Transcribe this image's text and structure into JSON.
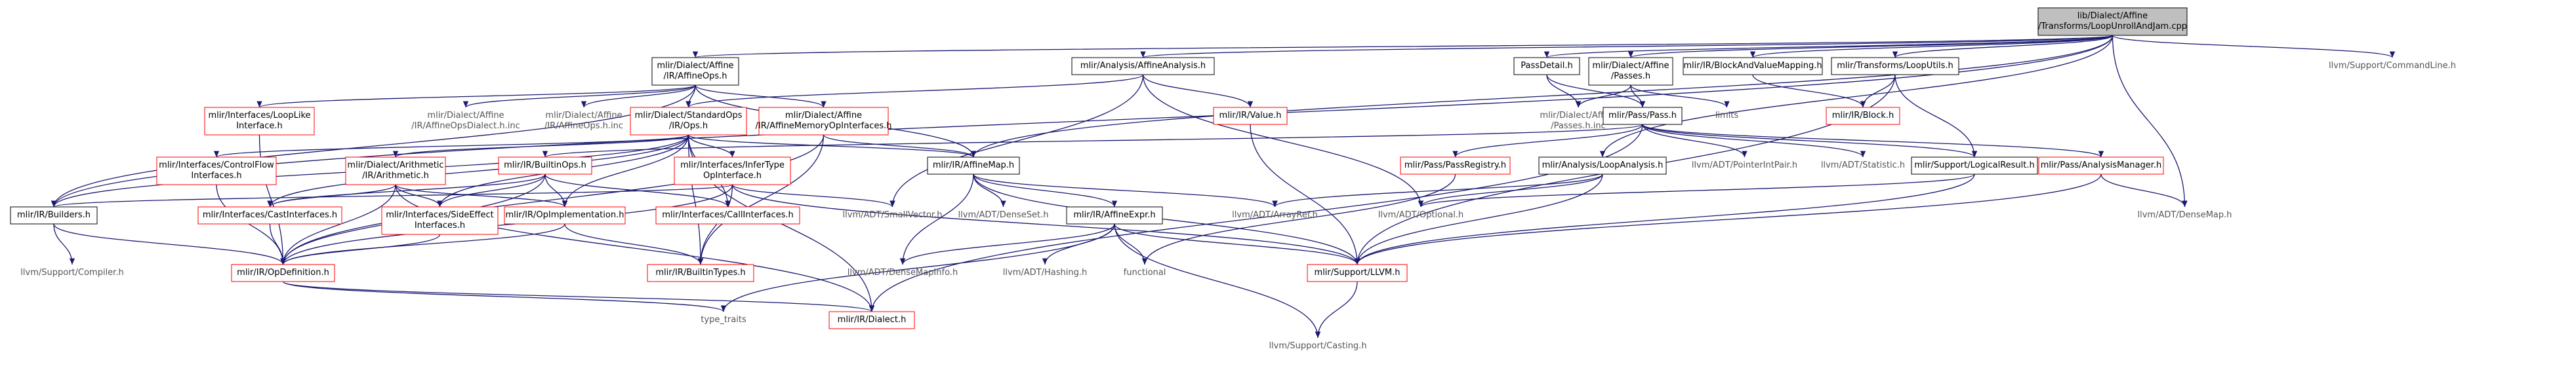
{
  "colors": {
    "edge": "#191970",
    "root_fill": "#bfbfbf",
    "root_stroke": "#000000",
    "box_fill": "#ffffff",
    "box_stroke": "#000000",
    "missing_stroke": "#ff0000",
    "plain_text": "#555555"
  },
  "nodes": [
    {
      "id": "root",
      "lines": [
        "lib/Dialect/Affine",
        "/Transforms/LoopUnrollAndJam.cpp"
      ],
      "style": "root"
    },
    {
      "id": "affineops",
      "lines": [
        "mlir/Dialect/Affine",
        "/IR/AffineOps.h"
      ],
      "style": "box"
    },
    {
      "id": "affineanalysis",
      "lines": [
        "mlir/Analysis/AffineAnalysis.h"
      ],
      "style": "box"
    },
    {
      "id": "passdetail",
      "lines": [
        "PassDetail.h"
      ],
      "style": "box"
    },
    {
      "id": "affinepasses",
      "lines": [
        "mlir/Dialect/Affine",
        "/Passes.h"
      ],
      "style": "box"
    },
    {
      "id": "blockandvaluemapping",
      "lines": [
        "mlir/IR/BlockAndValueMapping.h"
      ],
      "style": "box"
    },
    {
      "id": "looputils",
      "lines": [
        "mlir/Transforms/LoopUtils.h"
      ],
      "style": "box"
    },
    {
      "id": "commandline",
      "lines": [
        "llvm/Support/CommandLine.h"
      ],
      "style": "plain"
    },
    {
      "id": "looplikeinterface",
      "lines": [
        "mlir/Interfaces/LoopLike",
        "Interface.h"
      ],
      "style": "missing"
    },
    {
      "id": "affineopsdialect",
      "lines": [
        "mlir/Dialect/Affine",
        "/IR/AffineOpsDialect.h.inc"
      ],
      "style": "plain"
    },
    {
      "id": "affineopsinc",
      "lines": [
        "mlir/Dialect/Affine",
        "/IR/AffineOps.h.inc"
      ],
      "style": "plain"
    },
    {
      "id": "standardops",
      "lines": [
        "mlir/Dialect/StandardOps",
        "/IR/Ops.h"
      ],
      "style": "missing"
    },
    {
      "id": "affinememoryop",
      "lines": [
        "mlir/Dialect/Affine",
        "/IR/AffineMemoryOpInterfaces.h"
      ],
      "style": "missing"
    },
    {
      "id": "irvalue",
      "lines": [
        "mlir/IR/Value.h"
      ],
      "style": "missing"
    },
    {
      "id": "passespassesinc",
      "lines": [
        "mlir/Dialect/Affine",
        "/Passes.h.inc"
      ],
      "style": "plain"
    },
    {
      "id": "passpass",
      "lines": [
        "mlir/Pass/Pass.h"
      ],
      "style": "box"
    },
    {
      "id": "limits",
      "lines": [
        "limits"
      ],
      "style": "plain"
    },
    {
      "id": "irblock",
      "lines": [
        "mlir/IR/Block.h"
      ],
      "style": "missing"
    },
    {
      "id": "controlflow",
      "lines": [
        "mlir/Interfaces/ControlFlow",
        "Interfaces.h"
      ],
      "style": "missing"
    },
    {
      "id": "arithmetic",
      "lines": [
        "mlir/Dialect/Arithmetic",
        "/IR/Arithmetic.h"
      ],
      "style": "missing"
    },
    {
      "id": "builtinops",
      "lines": [
        "mlir/IR/BuiltinOps.h"
      ],
      "style": "missing"
    },
    {
      "id": "infertype",
      "lines": [
        "mlir/Interfaces/InferType",
        "OpInterface.h"
      ],
      "style": "missing"
    },
    {
      "id": "affinemap",
      "lines": [
        "mlir/IR/AffineMap.h"
      ],
      "style": "box"
    },
    {
      "id": "passregistry",
      "lines": [
        "mlir/Pass/PassRegistry.h"
      ],
      "style": "missing"
    },
    {
      "id": "loopanalysis",
      "lines": [
        "mlir/Analysis/LoopAnalysis.h"
      ],
      "style": "box"
    },
    {
      "id": "pointerintpair",
      "lines": [
        "llvm/ADT/PointerIntPair.h"
      ],
      "style": "plain"
    },
    {
      "id": "statistic",
      "lines": [
        "llvm/ADT/Statistic.h"
      ],
      "style": "plain"
    },
    {
      "id": "logicalresult",
      "lines": [
        "mlir/Support/LogicalResult.h"
      ],
      "style": "box"
    },
    {
      "id": "analysismanager",
      "lines": [
        "mlir/Pass/AnalysisManager.h"
      ],
      "style": "missing"
    },
    {
      "id": "builders",
      "lines": [
        "mlir/IR/Builders.h"
      ],
      "style": "box"
    },
    {
      "id": "castinterfaces",
      "lines": [
        "mlir/Interfaces/CastInterfaces.h"
      ],
      "style": "missing"
    },
    {
      "id": "sideeffect",
      "lines": [
        "mlir/Interfaces/SideEffect",
        "Interfaces.h"
      ],
      "style": "missing"
    },
    {
      "id": "opimplementation",
      "lines": [
        "mlir/IR/OpImplementation.h"
      ],
      "style": "missing"
    },
    {
      "id": "callinterfaces",
      "lines": [
        "mlir/Interfaces/CallInterfaces.h"
      ],
      "style": "missing"
    },
    {
      "id": "smallvector",
      "lines": [
        "llvm/ADT/SmallVector.h"
      ],
      "style": "plain"
    },
    {
      "id": "densesetadt",
      "lines": [
        "llvm/ADT/DenseSet.h"
      ],
      "style": "plain"
    },
    {
      "id": "affineexpr",
      "lines": [
        "mlir/IR/AffineExpr.h"
      ],
      "style": "box"
    },
    {
      "id": "arrayref",
      "lines": [
        "llvm/ADT/ArrayRef.h"
      ],
      "style": "plain"
    },
    {
      "id": "optional",
      "lines": [
        "llvm/ADT/Optional.h"
      ],
      "style": "plain"
    },
    {
      "id": "densemap",
      "lines": [
        "llvm/ADT/DenseMap.h"
      ],
      "style": "plain"
    },
    {
      "id": "compiler",
      "lines": [
        "llvm/Support/Compiler.h"
      ],
      "style": "plain"
    },
    {
      "id": "opdefinition",
      "lines": [
        "mlir/IR/OpDefinition.h"
      ],
      "style": "missing"
    },
    {
      "id": "builtintypes",
      "lines": [
        "mlir/IR/BuiltinTypes.h"
      ],
      "style": "missing"
    },
    {
      "id": "densemapinfo",
      "lines": [
        "llvm/ADT/DenseMapInfo.h"
      ],
      "style": "plain"
    },
    {
      "id": "hashing",
      "lines": [
        "llvm/ADT/Hashing.h"
      ],
      "style": "plain"
    },
    {
      "id": "functional",
      "lines": [
        "functional"
      ],
      "style": "plain"
    },
    {
      "id": "supportllvm",
      "lines": [
        "mlir/Support/LLVM.h"
      ],
      "style": "missing"
    },
    {
      "id": "typetraits",
      "lines": [
        "type_traits"
      ],
      "style": "plain"
    },
    {
      "id": "irdialect",
      "lines": [
        "mlir/IR/Dialect.h"
      ],
      "style": "missing"
    },
    {
      "id": "casting",
      "lines": [
        "llvm/Support/Casting.h"
      ],
      "style": "plain"
    }
  ],
  "edges": [
    [
      "root",
      "affineops"
    ],
    [
      "root",
      "affineanalysis"
    ],
    [
      "root",
      "passdetail"
    ],
    [
      "root",
      "affinepasses"
    ],
    [
      "root",
      "blockandvaluemapping"
    ],
    [
      "root",
      "looputils"
    ],
    [
      "root",
      "commandline"
    ],
    [
      "root",
      "affinemap"
    ],
    [
      "root",
      "loopanalysis"
    ],
    [
      "root",
      "builders"
    ],
    [
      "root",
      "densemap"
    ],
    [
      "affineops",
      "looplikeinterface"
    ],
    [
      "affineops",
      "affineopsdialect"
    ],
    [
      "affineops",
      "affineopsinc"
    ],
    [
      "affineops",
      "standardops"
    ],
    [
      "affineops",
      "affinememoryop"
    ],
    [
      "affineops",
      "affinemap"
    ],
    [
      "affineops",
      "builders"
    ],
    [
      "affineanalysis",
      "standardops"
    ],
    [
      "affineanalysis",
      "irvalue"
    ],
    [
      "affineanalysis",
      "smallvector"
    ],
    [
      "affineanalysis",
      "optional"
    ],
    [
      "passdetail",
      "passpass"
    ],
    [
      "passdetail",
      "passespassesinc"
    ],
    [
      "affinepasses",
      "passpass"
    ],
    [
      "affinepasses",
      "limits"
    ],
    [
      "affinepasses",
      "passespassesinc"
    ],
    [
      "blockandvaluemapping",
      "irblock"
    ],
    [
      "looputils",
      "irblock"
    ],
    [
      "looputils",
      "logicalresult"
    ],
    [
      "looputils",
      "supportllvm"
    ],
    [
      "looplikeinterface",
      "opdefinition"
    ],
    [
      "standardops",
      "controlflow"
    ],
    [
      "standardops",
      "arithmetic"
    ],
    [
      "standardops",
      "infertype"
    ],
    [
      "standardops",
      "castinterfaces"
    ],
    [
      "standardops",
      "sideeffect"
    ],
    [
      "standardops",
      "callinterfaces"
    ],
    [
      "standardops",
      "builtintypes"
    ],
    [
      "standardops",
      "irdialect"
    ],
    [
      "standardops",
      "opimplementation"
    ],
    [
      "standardops",
      "builders"
    ],
    [
      "standardops",
      "affinemap"
    ],
    [
      "affinememoryop",
      "affinemap"
    ],
    [
      "affinememoryop",
      "opdefinition"
    ],
    [
      "affinememoryop",
      "builtintypes"
    ],
    [
      "irvalue",
      "supportllvm"
    ],
    [
      "passpass",
      "passregistry"
    ],
    [
      "passpass",
      "pointerintpair"
    ],
    [
      "passpass",
      "statistic"
    ],
    [
      "passpass",
      "logicalresult"
    ],
    [
      "passpass",
      "analysismanager"
    ],
    [
      "passpass",
      "builtinops"
    ],
    [
      "passpass",
      "irdialect"
    ],
    [
      "controlflow",
      "opdefinition"
    ],
    [
      "arithmetic",
      "castinterfaces"
    ],
    [
      "arithmetic",
      "sideeffect"
    ],
    [
      "arithmetic",
      "opimplementation"
    ],
    [
      "arithmetic",
      "opdefinition"
    ],
    [
      "arithmetic",
      "irdialect"
    ],
    [
      "builtinops",
      "castinterfaces"
    ],
    [
      "builtinops",
      "sideeffect"
    ],
    [
      "builtinops",
      "opimplementation"
    ],
    [
      "builtinops",
      "callinterfaces"
    ],
    [
      "builtinops",
      "opdefinition"
    ],
    [
      "infertype",
      "builders"
    ],
    [
      "infertype",
      "builtintypes"
    ],
    [
      "infertype",
      "smallvector"
    ],
    [
      "infertype",
      "opdefinition"
    ],
    [
      "infertype",
      "supportllvm"
    ],
    [
      "affinemap",
      "affineexpr"
    ],
    [
      "affinemap",
      "densesetadt"
    ],
    [
      "affinemap",
      "arrayref"
    ],
    [
      "affinemap",
      "densemapinfo"
    ],
    [
      "affinemap",
      "supportllvm"
    ],
    [
      "passregistry",
      "functional"
    ],
    [
      "loopanalysis",
      "arrayref"
    ],
    [
      "loopanalysis",
      "optional"
    ],
    [
      "loopanalysis",
      "supportllvm"
    ],
    [
      "logicalresult",
      "optional"
    ],
    [
      "logicalresult",
      "supportllvm"
    ],
    [
      "analysismanager",
      "densemap"
    ],
    [
      "analysismanager",
      "supportllvm"
    ],
    [
      "builders",
      "compiler"
    ],
    [
      "builders",
      "opdefinition"
    ],
    [
      "castinterfaces",
      "opdefinition"
    ],
    [
      "sideeffect",
      "opdefinition"
    ],
    [
      "opimplementation",
      "opdefinition"
    ],
    [
      "opimplementation",
      "builtintypes"
    ],
    [
      "affineexpr",
      "supportllvm"
    ],
    [
      "affineexpr",
      "hashing"
    ],
    [
      "affineexpr",
      "functional"
    ],
    [
      "affineexpr",
      "casting"
    ],
    [
      "affineexpr",
      "typetraits"
    ],
    [
      "affineexpr",
      "densemapinfo"
    ],
    [
      "opdefinition",
      "irdialect"
    ],
    [
      "opdefinition",
      "typetraits"
    ],
    [
      "supportllvm",
      "casting"
    ]
  ]
}
